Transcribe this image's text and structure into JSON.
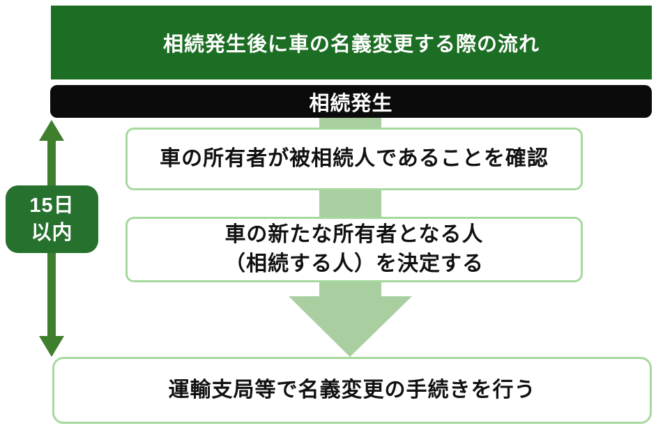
{
  "title": "相続発生後に車の名義変更する際の流れ",
  "start_event": "相続発生",
  "steps": [
    {
      "text": "車の所有者が被相続人であることを確認"
    },
    {
      "lines": [
        "車の新たな所有者となる人",
        "（相続する人）を決定する"
      ]
    },
    {
      "text": "運輸支局等で名義変更の手続きを行う"
    }
  ],
  "duration": {
    "lines": [
      "15日",
      "以内"
    ]
  },
  "icons": {
    "flow_arrow": "down-arrow",
    "duration_arrow": "vertical-double-arrow"
  },
  "colors": {
    "banner_green": "#1d6e25",
    "label_green": "#26712e",
    "double_arrow_green": "#3e7e2d",
    "flow_arrow_green": "#a9cfa0",
    "box_border_green": "#a6d89d",
    "bar_black": "#0b0b0b",
    "text_black": "#111111"
  }
}
